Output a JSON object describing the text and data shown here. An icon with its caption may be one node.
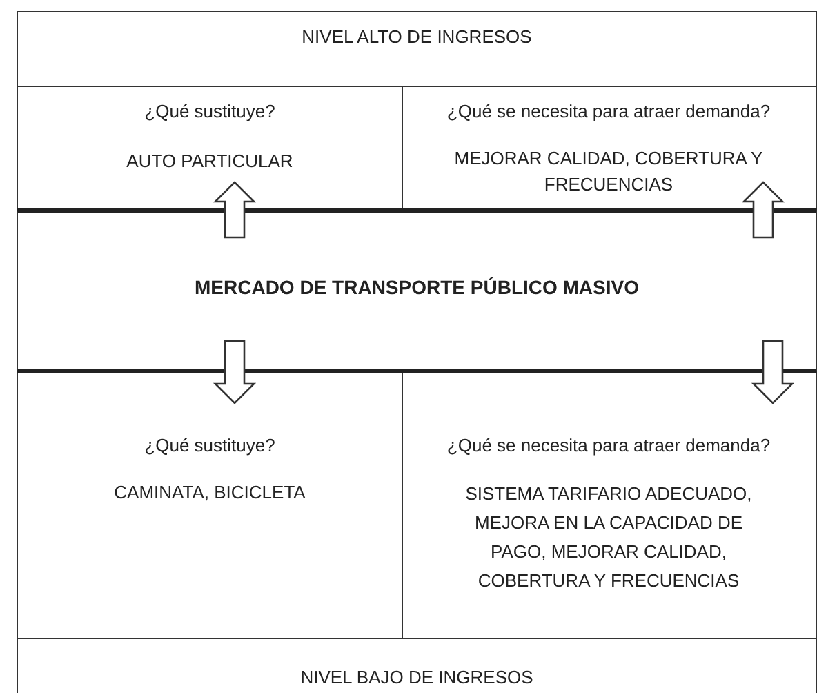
{
  "diagram": {
    "nodes": [
      {
        "text": [
          "NIVEL  ALTO DE INGRESOS"
        ]
      },
      {
        "text": [
          "¿Qué sustituye?",
          "AUTO PARTICULAR"
        ]
      },
      {
        "text": [
          "¿Qué se necesita para atraer demanda?",
          "MEJORAR CALIDAD, COBERTURA Y FRECUENCIAS"
        ]
      },
      {
        "text": [
          "MERCADO DE TRANSPORTE PÚBLICO MASIVO"
        ]
      },
      {
        "text": [
          "¿Qué sustituye?",
          "CAMINATA, BICICLETA"
        ]
      },
      {
        "text": [
          "¿Qué se necesita para atraer demanda?",
          "SISTEMA TARIFARIO ADECUADO, MEJORA EN LA CAPACIDAD DE PAGO, MEJORAR CALIDAD, COBERTURA Y FRECUENCIAS"
        ]
      },
      {
        "text": [
          "NIVEL BAJO DE INGRESOS"
        ]
      }
    ],
    "edges": [
      {
        "from": 3,
        "to": 1,
        "arrow": "to"
      },
      {
        "from": 3,
        "to": 2,
        "arrow": "to"
      },
      {
        "from": 3,
        "to": 4,
        "arrow": "to"
      },
      {
        "from": 3,
        "to": 5,
        "arrow": "to"
      }
    ]
  }
}
